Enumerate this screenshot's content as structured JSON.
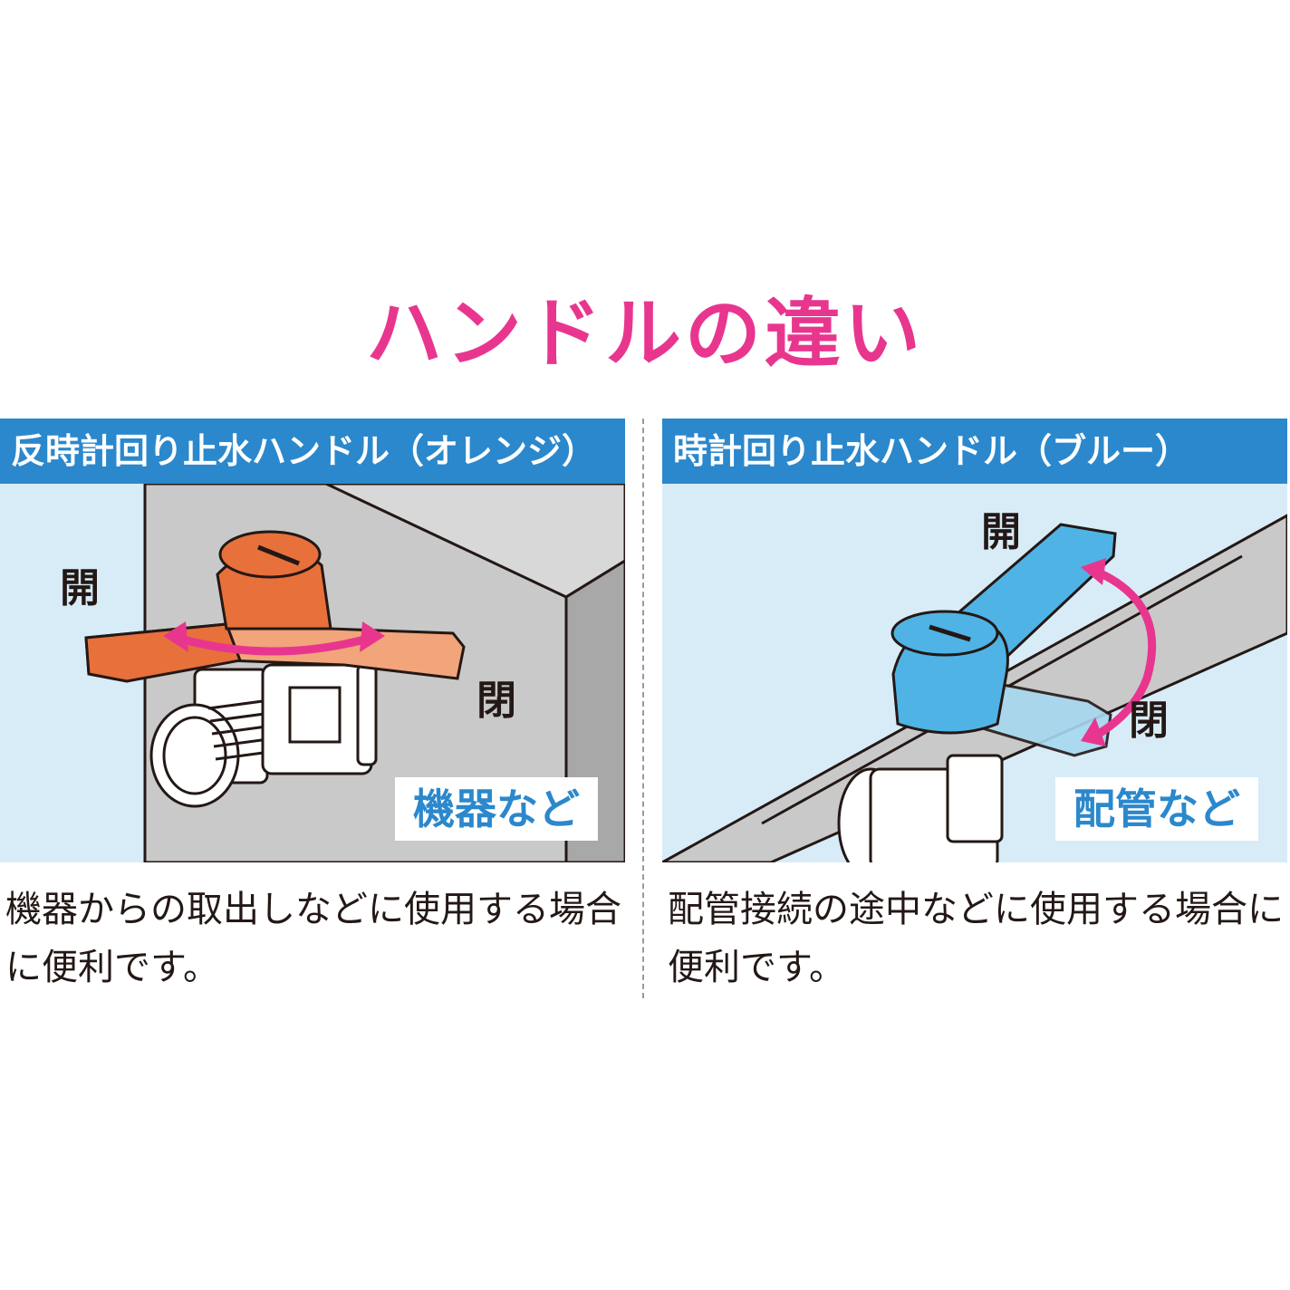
{
  "title": "ハンドルの違い",
  "colors": {
    "title": "#e8368f",
    "header": "#2b88cc",
    "scene_bg": "#d8ecf7",
    "wall": "#c9c9c9",
    "orange_handle": "#e8703b",
    "blue_handle": "#4fb3e5",
    "arrow": "#e8368f"
  },
  "left_panel": {
    "header": "反時計回り止水ハンドル（オレンジ）",
    "label_open": "開",
    "label_close": "閉",
    "usage_tag": "機器など",
    "description": "機器からの取出しなどに使用する場合に便利です。"
  },
  "right_panel": {
    "header": "時計回り止水ハンドル（ブルー）",
    "label_open": "開",
    "label_close": "閉",
    "usage_tag": "配管など",
    "description": "配管接続の途中などに使用する場合に便利です。"
  }
}
